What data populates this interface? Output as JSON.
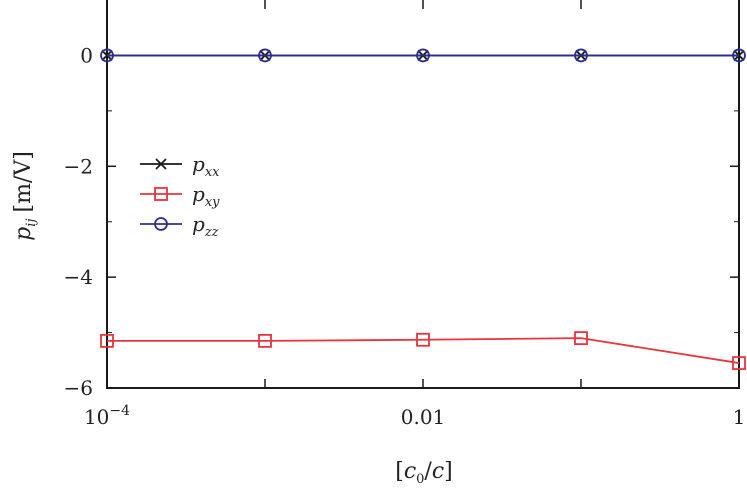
{
  "chart_data": {
    "type": "line",
    "title": "",
    "xlabel": "[c0/c]",
    "xlabel_parts": {
      "open": "[",
      "c0": "c",
      "c0_sub": "0",
      "slash": "/",
      "c": "c",
      "close": "]"
    },
    "ylabel": "pij [m/V]",
    "ylabel_parts": {
      "p": "p",
      "p_sub": "ij",
      "unit": "[m/V]"
    },
    "x_scale": "log",
    "xlim": [
      0.0001,
      1
    ],
    "ylim": [
      -6,
      1
    ],
    "x_ticks": [
      {
        "value": 0.0001,
        "label_base": "10",
        "label_exp": "−4"
      },
      {
        "value": 0.01,
        "label": "0.01"
      },
      {
        "value": 1,
        "label": "1"
      }
    ],
    "y_ticks": [
      {
        "value": 0,
        "label": "0"
      },
      {
        "value": -2,
        "label": "−2"
      },
      {
        "value": -4,
        "label": "−4"
      },
      {
        "value": -6,
        "label": "−6"
      }
    ],
    "x": [
      0.0001,
      0.001,
      0.01,
      0.1,
      1
    ],
    "series": [
      {
        "name": "pxx",
        "label_main": "p",
        "label_sub": "xx",
        "marker": "x",
        "color": "#1a1a1a",
        "values": [
          0,
          0,
          0,
          0,
          0
        ]
      },
      {
        "name": "pxy",
        "label_main": "p",
        "label_sub": "xy",
        "marker": "square",
        "color": "#e8343c",
        "values": [
          -5.15,
          -5.15,
          -5.13,
          -5.1,
          -5.55
        ]
      },
      {
        "name": "pzz",
        "label_main": "p",
        "label_sub": "zz",
        "marker": "circle",
        "color": "#2b2f8a",
        "values": [
          0,
          0,
          0,
          0,
          0
        ]
      }
    ],
    "grid": false,
    "legend_position": "center-left"
  }
}
